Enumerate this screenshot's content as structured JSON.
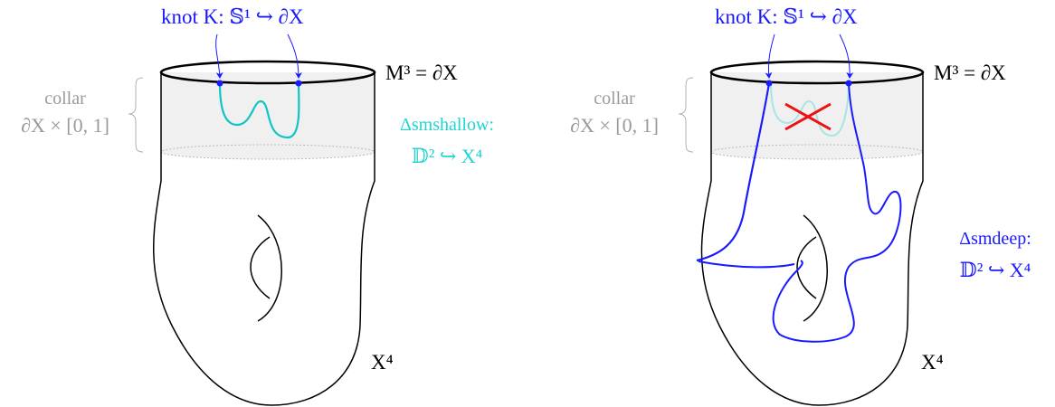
{
  "colors": {
    "ink": "#000000",
    "knot_blue": "#1a1aff",
    "shallow_cyan": "#12c4c4",
    "shallow_label": "#22d3d3",
    "collar_gray": "#9a9a9a",
    "collar_fill": "#f0f0f0",
    "cross_red": "#ee1111",
    "faded_cyan": "#a7e4e6"
  },
  "left_panel": {
    "knot_label": "knot K: 𝕊¹ ↪ ∂X",
    "boundary_label": "M³ = ∂X",
    "collar_line1": "collar",
    "collar_line2": "∂X × [0, 1]",
    "disk_label_line1": "Δsmshallow:",
    "disk_label_line2": "𝔻² ↪ X⁴",
    "manifold_label": "X⁴"
  },
  "right_panel": {
    "knot_label": "knot K: 𝕊¹ ↪ ∂X",
    "boundary_label": "M³ = ∂X",
    "collar_line1": "collar",
    "collar_line2": "∂X × [0, 1]",
    "disk_label_line1": "Δsmdeep:",
    "disk_label_line2": "𝔻² ↪ X⁴",
    "manifold_label": "X⁴"
  }
}
